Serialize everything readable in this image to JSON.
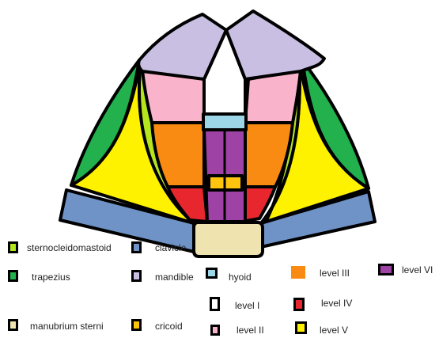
{
  "diagram": {
    "regions": [
      {
        "id": "mandible",
        "color": "#c9bfe3"
      },
      {
        "id": "level-i",
        "color": "#ffffff"
      },
      {
        "id": "level-ii",
        "color": "#f9b4cc"
      },
      {
        "id": "hyoid",
        "color": "#9dd6e6"
      },
      {
        "id": "level-iii",
        "color": "#f98b12"
      },
      {
        "id": "level-iv",
        "color": "#e8262e"
      },
      {
        "id": "level-v",
        "color": "#fff200"
      },
      {
        "id": "level-vi",
        "color": "#9e42a6"
      },
      {
        "id": "cricoid",
        "color": "#ffc40e"
      },
      {
        "id": "sternocleidomastoid",
        "color": "#b5e61d"
      },
      {
        "id": "trapezius",
        "color": "#22b14c"
      },
      {
        "id": "clavicle",
        "color": "#6f93c6"
      },
      {
        "id": "manubrium-sterni",
        "color": "#efe4b0"
      }
    ]
  },
  "legend": [
    {
      "key": "sternocleidomastoid",
      "label": "sternocleidomastoid",
      "color": "#b5e61d"
    },
    {
      "key": "clavicle",
      "label": "clavicle",
      "color": "#6f93c6"
    },
    {
      "key": "hyoid",
      "label": "hyoid",
      "color": "#9dd6e6"
    },
    {
      "key": "level-iii",
      "label": "level III",
      "color": "#f98b12"
    },
    {
      "key": "level-vi",
      "label": "level VI",
      "color": "#9e42a6"
    },
    {
      "key": "trapezius",
      "label": "trapezius",
      "color": "#22b14c"
    },
    {
      "key": "mandible",
      "label": "mandible",
      "color": "#c9bfe3"
    },
    {
      "key": "level-i",
      "label": "level I",
      "color": "#ffffff"
    },
    {
      "key": "level-iv",
      "label": "level IV",
      "color": "#e8262e"
    },
    {
      "key": "manubrium-sterni",
      "label": "manubrium sterni",
      "color": "#efe4b0"
    },
    {
      "key": "cricoid",
      "label": "cricoid",
      "color": "#ffc40e"
    },
    {
      "key": "level-ii",
      "label": "level II",
      "color": "#f9b4cc"
    },
    {
      "key": "level-v",
      "label": "level V",
      "color": "#fff200"
    }
  ]
}
